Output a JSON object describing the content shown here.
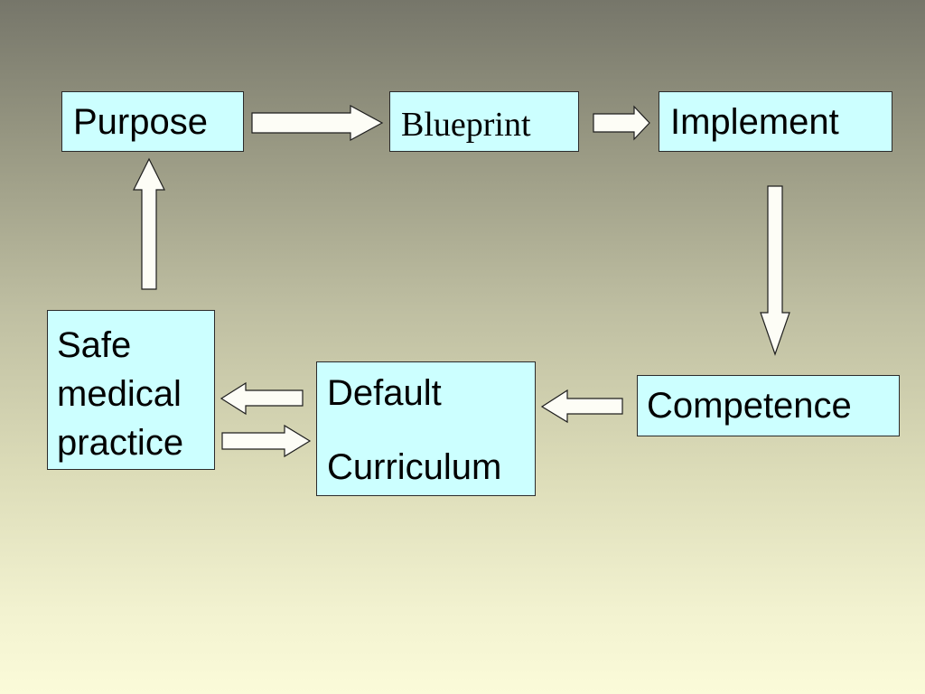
{
  "nodes": {
    "purpose": "Purpose",
    "blueprint": "Blueprint",
    "implement": "Implement",
    "competence": "Competence",
    "default_curriculum": {
      "line1": "Default",
      "line2": "Curriculum"
    },
    "safe_medical_practice": {
      "line1": "Safe",
      "line2": "medical",
      "line3": "practice"
    }
  },
  "colors": {
    "box_fill": "#ccffff",
    "arrow_fill": "#fdfdf6",
    "background_top": "#76766a",
    "background_bottom": "#fbfbd9"
  }
}
